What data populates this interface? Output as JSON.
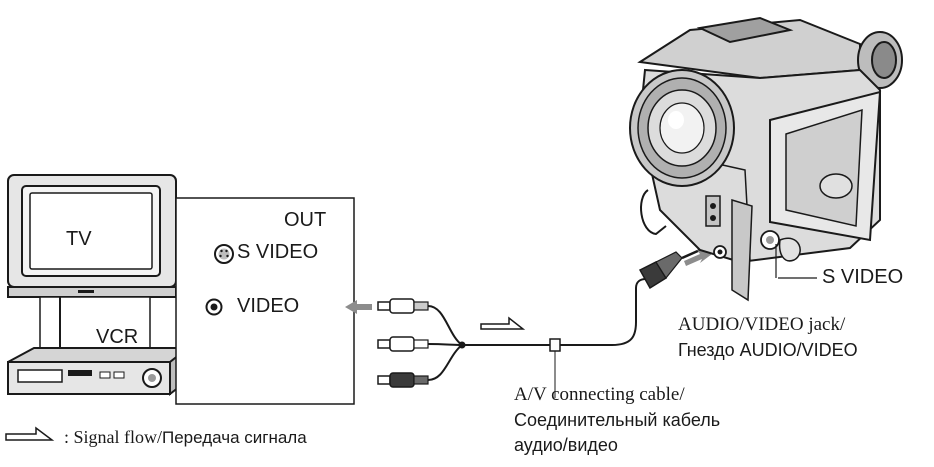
{
  "labels": {
    "tv": "TV",
    "vcr": "VCR",
    "out": "OUT",
    "s_video_in": "S VIDEO",
    "video_in": "VIDEO",
    "s_video_jack": "S VIDEO",
    "av_jack_en": "AUDIO/VIDEO jack/",
    "av_jack_ru": "Гнездо AUDIO/VIDEO",
    "cable_en": "A/V connecting cable/",
    "cable_ru_1": "Соединительный кабель",
    "cable_ru_2": "аудио/видео",
    "signal_en": ": Signal flow/",
    "signal_ru": "Передача сигнала"
  },
  "colors": {
    "line": "#1a1a1a",
    "device_fill": "#e6e6e6",
    "device_dark": "#9a9a9a",
    "arrow_gray": "#8c8c8c",
    "plug_yellow": "#ffffff",
    "plug_white": "#ffffff",
    "plug_red": "#3a3a3a"
  },
  "icons": {
    "s_video_port": "s-video-port-icon",
    "video_port": "rca-port-icon",
    "signal_flow": "hollow-arrow-icon"
  }
}
